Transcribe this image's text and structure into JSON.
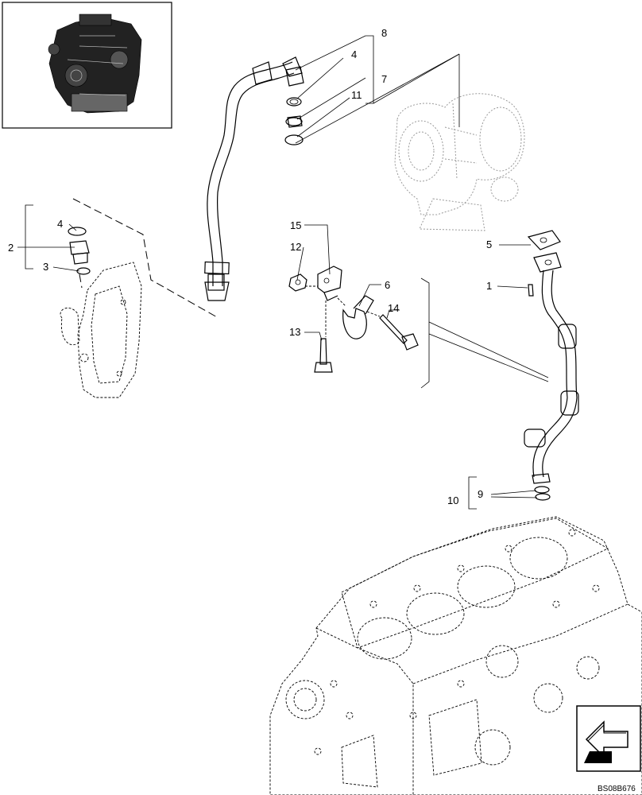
{
  "callouts": [
    {
      "id": "8",
      "label": "8"
    },
    {
      "id": "4a",
      "label": "4"
    },
    {
      "id": "7",
      "label": "7"
    },
    {
      "id": "11",
      "label": "11"
    },
    {
      "id": "4b",
      "label": "4"
    },
    {
      "id": "2",
      "label": "2"
    },
    {
      "id": "3",
      "label": "3"
    },
    {
      "id": "15",
      "label": "15"
    },
    {
      "id": "12",
      "label": "12"
    },
    {
      "id": "6",
      "label": "6"
    },
    {
      "id": "14",
      "label": "14"
    },
    {
      "id": "13",
      "label": "13"
    },
    {
      "id": "5",
      "label": "5"
    },
    {
      "id": "1",
      "label": "1"
    },
    {
      "id": "10",
      "label": "10"
    },
    {
      "id": "9",
      "label": "9"
    }
  ],
  "reference_code": "BS08B676",
  "icons": {
    "thumbnail": "engine-thumbnail-icon",
    "orientation": "orientation-arrow-icon"
  }
}
